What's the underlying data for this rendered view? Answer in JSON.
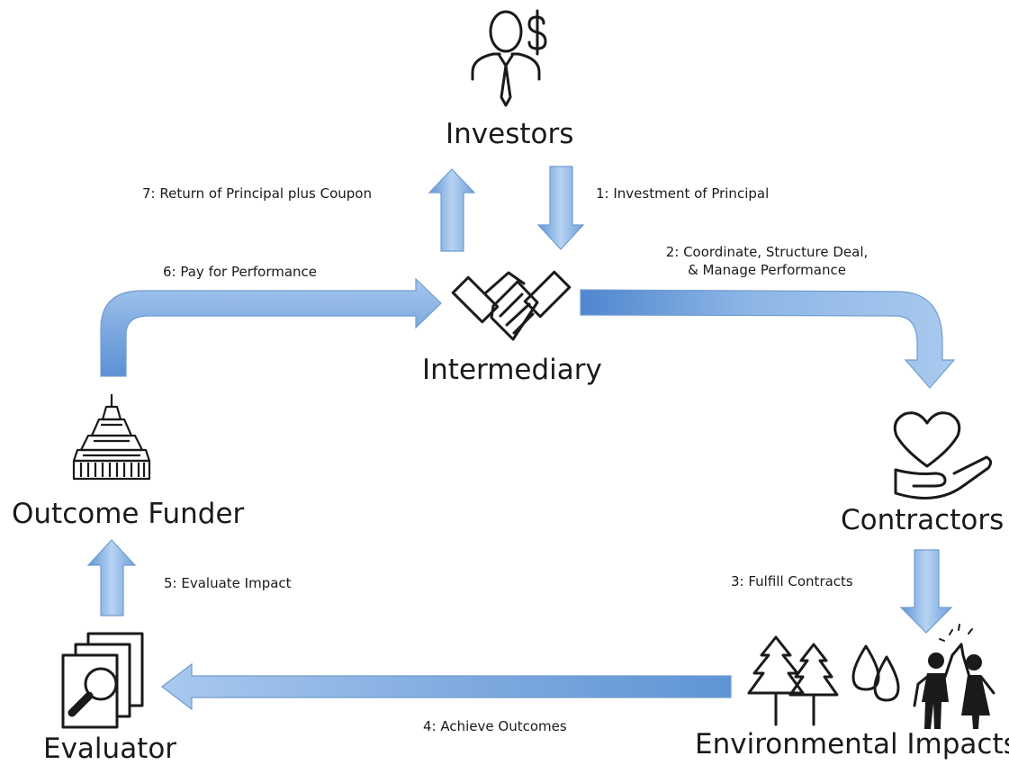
{
  "nodes": {
    "investors": "Investors",
    "intermediary": "Intermediary",
    "contractors": "Contractors",
    "environmental_impacts": "Environmental Impacts",
    "evaluator": "Evaluator",
    "outcome_funder": "Outcome Funder"
  },
  "steps": {
    "s1": "1: Investment of Principal",
    "s2_line1": "2: Coordinate, Structure Deal,",
    "s2_line2": "& Manage Performance",
    "s3": "3: Fulfill Contracts",
    "s4": "4: Achieve Outcomes",
    "s5": "5: Evaluate Impact",
    "s6": "6: Pay for Performance",
    "s7": "7: Return of Principal plus Coupon"
  },
  "icons": {
    "investors": "businessman-dollar-icon",
    "intermediary": "handshake-icon",
    "contractors": "heart-in-hand-icon",
    "environmental_impacts": "trees-water-people-icon",
    "evaluator": "magnifier-documents-icon",
    "outcome_funder": "government-building-icon"
  },
  "colors": {
    "arrow_light": "#a9c9ee",
    "arrow_dark": "#5f95d6",
    "arrow_stroke": "#6f9ccf",
    "icon_stroke": "#1a1a1a"
  }
}
